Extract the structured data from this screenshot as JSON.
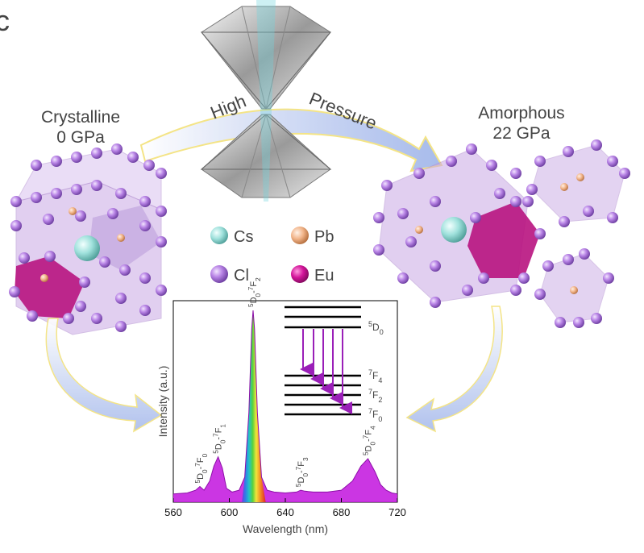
{
  "panel_letter": "c",
  "left_state": {
    "line1": "Crystalline",
    "line2": "0 GPa"
  },
  "right_state": {
    "line1": "Amorphous",
    "line2": "22 GPa"
  },
  "arrow_words": {
    "first": "High",
    "second": "Pressure"
  },
  "legend": [
    {
      "symbol": "Cs",
      "color": "#9fe1dc"
    },
    {
      "symbol": "Pb",
      "color": "#f2b58a"
    },
    {
      "symbol": "Cl",
      "color": "#b985e6"
    },
    {
      "symbol": "Eu",
      "color": "#d3159a"
    }
  ],
  "colors": {
    "octahedron": "#c9a8e4",
    "eu_octahedron": "#b8137f",
    "spectrum_fill": "#c41adf",
    "arrow": "#aebfe9"
  },
  "energy_levels": {
    "upper": "5D0",
    "middle": "7F4",
    "lower_mid": "7F2",
    "bottom": "7F0"
  },
  "chart_data": {
    "type": "area",
    "xlabel": "Wavelength (nm)",
    "ylabel": "Intensity (a.u.)",
    "xlim": [
      560,
      720
    ],
    "xticks": [
      560,
      600,
      640,
      680,
      720
    ],
    "ylim": [
      0,
      1.0
    ],
    "peak_labels": [
      {
        "text": "5D0-7F0",
        "x": 579
      },
      {
        "text": "5D0-7F1",
        "x": 592
      },
      {
        "text": "5D0-7F2",
        "x": 617
      },
      {
        "text": "5D0-7F3",
        "x": 651
      },
      {
        "text": "5D0-7F4",
        "x": 699
      }
    ],
    "series": [
      {
        "x": [
          560,
          570,
          576,
          579,
          582,
          586,
          589,
          592,
          595,
          598,
          602,
          607,
          611,
          614,
          616,
          617,
          618,
          620,
          623,
          627,
          632,
          640,
          648,
          651,
          654,
          660,
          670,
          680,
          688,
          694,
          699,
          704,
          708,
          712,
          716,
          720
        ],
        "values": [
          0.01,
          0.015,
          0.03,
          0.05,
          0.03,
          0.08,
          0.16,
          0.21,
          0.15,
          0.04,
          0.02,
          0.03,
          0.1,
          0.45,
          0.9,
          1.0,
          0.9,
          0.45,
          0.1,
          0.03,
          0.02,
          0.015,
          0.02,
          0.03,
          0.025,
          0.02,
          0.02,
          0.03,
          0.08,
          0.16,
          0.2,
          0.13,
          0.06,
          0.03,
          0.015,
          0.01
        ]
      }
    ]
  }
}
